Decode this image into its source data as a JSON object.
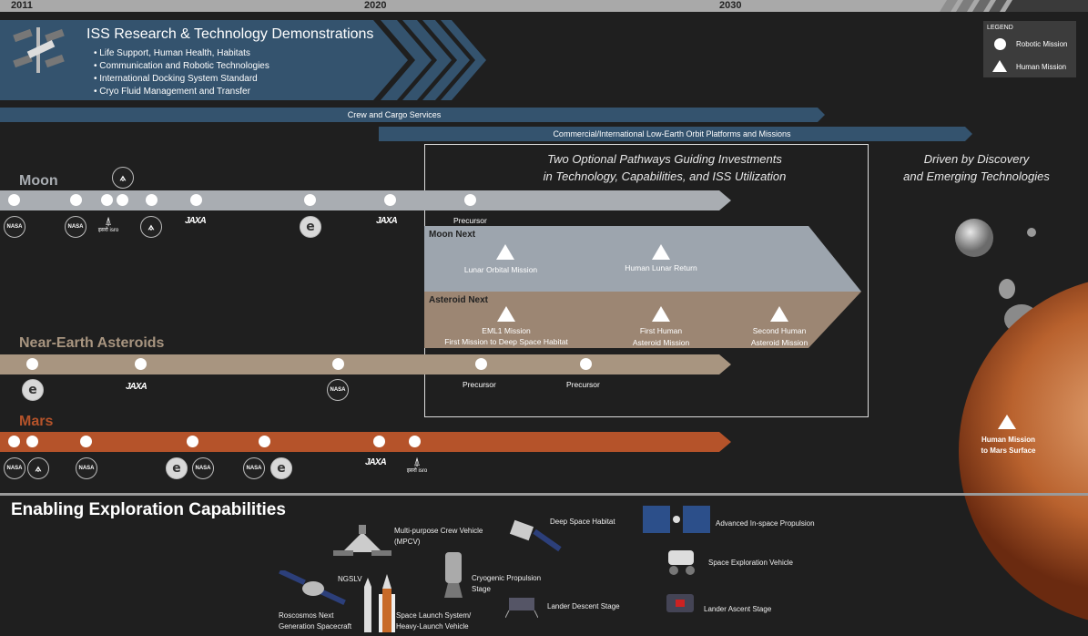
{
  "timeline": {
    "year_start": "2011",
    "year_mid": "2020",
    "year_end": "2030"
  },
  "iss": {
    "title": "ISS Research & Technology Demonstrations",
    "bullets": [
      "• Life Support, Human Health, Habitats",
      "• Communication and Robotic Technologies",
      "• International Docking System Standard",
      "• Cryo Fluid Management and Transfer"
    ]
  },
  "services": {
    "crew_cargo": "Crew and Cargo Services",
    "leo": "Commercial/International Low-Earth Orbit Platforms and Missions"
  },
  "legend": {
    "title": "LEGEND",
    "robotic": "Robotic Mission",
    "human": "Human Mission"
  },
  "pathways": {
    "line1": "Two Optional Pathways Guiding Investments",
    "line2": "in Technology, Capabilities, and ISS Utilization"
  },
  "driven": {
    "line1": "Driven by Discovery",
    "line2": "and Emerging Technologies"
  },
  "moon": {
    "label": "Moon",
    "precursor": "Precursor"
  },
  "moon_next": {
    "title": "Moon Next",
    "m1": "Lunar Orbital Mission",
    "m2": "Human Lunar Return"
  },
  "asteroid_next": {
    "title": "Asteroid Next",
    "m1a": "EML1 Mission",
    "m1b": "First Mission to Deep Space Habitat",
    "m2a": "First Human",
    "m2b": "Asteroid Mission",
    "m3a": "Second Human",
    "m3b": "Asteroid Mission"
  },
  "nea": {
    "label": "Near-Earth Asteroids",
    "precursor1": "Precursor",
    "precursor2": "Precursor"
  },
  "mars": {
    "label": "Mars",
    "human_a": "Human Mission",
    "human_b": "to Mars Surface"
  },
  "agencies": {
    "nasa": "NASA",
    "esa": "e",
    "jaxa": "JAXA",
    "isro": "इसरो isro"
  },
  "capabilities": {
    "title": "Enabling Exploration Capabilities",
    "mpcv_a": "Multi-purpose Crew Vehicle",
    "mpcv_b": "(MPCV)",
    "dsh": "Deep Space Habitat",
    "aisp": "Advanced In-space Propulsion",
    "ngslv": "NGSLV",
    "cps_a": "Cryogenic Propulsion",
    "cps_b": "Stage",
    "sev": "Space Exploration Vehicle",
    "lds": "Lander Descent Stage",
    "las": "Lander Ascent Stage",
    "rns_a": "Roscosmos Next",
    "rns_b": "Generation Spacecraft",
    "sls_a": "Space Launch System/",
    "sls_b": "Heavy-Launch Vehicle"
  },
  "colors": {
    "moon_track": "#a9adb2",
    "nea_track": "#a89580",
    "mars_track": "#b5532a",
    "iss_blue": "#34536e",
    "moon_next": "#9da5ae",
    "asteroid_next": "#9c8673"
  }
}
